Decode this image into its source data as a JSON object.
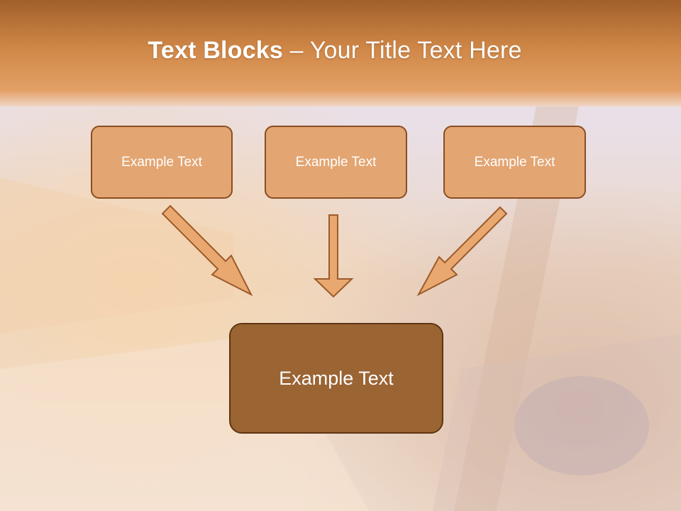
{
  "slide": {
    "title_bold": "Text Blocks",
    "title_dash": " – ",
    "title_rest": "Your Title Text Here"
  },
  "boxes": {
    "top": [
      {
        "label": "Example Text"
      },
      {
        "label": "Example Text"
      },
      {
        "label": "Example Text"
      }
    ],
    "main": {
      "label": "Example Text"
    }
  },
  "colors": {
    "header_band": "#c97a3f",
    "box_fill": "#e3a572",
    "box_border": "#8a4d22",
    "main_fill": "#9a6433",
    "arrow_fill": "#e8a86f",
    "arrow_stroke": "#9c5a2a"
  }
}
